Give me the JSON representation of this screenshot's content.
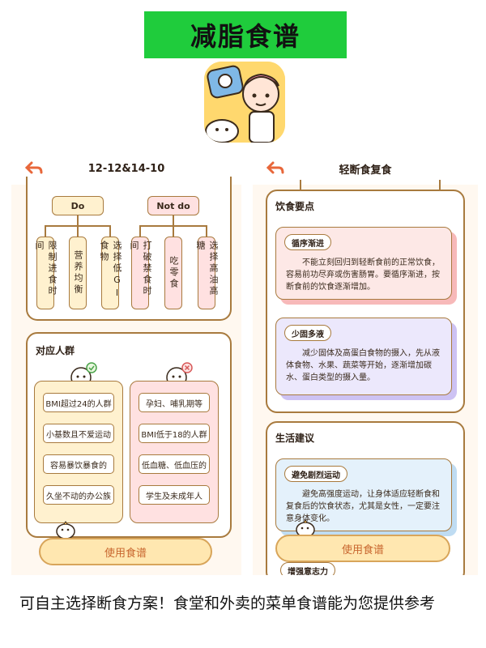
{
  "banner": {
    "title": "减脂食谱"
  },
  "left_screen": {
    "header": "12-12&14-10",
    "do_label": "Do",
    "notdo_label": "Not do",
    "do_items": [
      "限制进食时间",
      "营养均衡",
      "选择低GI食物"
    ],
    "notdo_items": [
      "打破禁食时间",
      "吃零食",
      "选择高油高糖"
    ],
    "audience_title": "对应人群",
    "suitable": [
      "BMI超过24的人群",
      "小基数且不爱运动",
      "容易暴饮暴食的",
      "久坐不动的办公族"
    ],
    "unsuitable": [
      "孕妇、哺乳期等",
      "BMI低于18的人群",
      "低血糖、低血压的",
      "学生及未成年人"
    ],
    "use_button": "使用食谱"
  },
  "right_screen": {
    "header": "轻断食复食",
    "diet_title": "饮食要点",
    "tips": [
      {
        "tag": "循序渐进",
        "text": "不能立刻回归到轻断食前的正常饮食，容易前功尽弃或伤害肠胃。要循序渐进，按断食前的饮食逐渐增加。"
      },
      {
        "tag": "少固多液",
        "text": "减少固体及高蛋白食物的摄入，先从液体食物、水果、蔬菜等开始，逐渐增加碳水、蛋白类型的摄入量。"
      }
    ],
    "life_title": "生活建议",
    "life_tips": [
      {
        "tag": "避免剧烈运动",
        "text": "避免高强度运动，让身体适应轻断食和复食后的饮食状态，尤其是女性，一定要注意身体变化。"
      }
    ],
    "partial_tag": "增强意志力",
    "use_button": "使用食谱"
  },
  "caption": "可自主选择断食方案！食堂和外卖的菜单食谱能为您提供参考",
  "colors": {
    "banner": "#1fcc3c",
    "border": "#a87a3e",
    "suitable_bg": "#fff1cf",
    "unsuitable_bg": "#ffe1e1"
  }
}
